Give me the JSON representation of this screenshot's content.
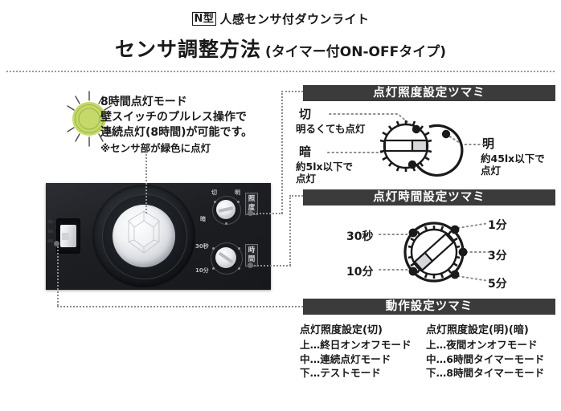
{
  "header": {
    "badge": "N型",
    "line1": "人感センサ付ダウンライト",
    "title": "センサ調整方法",
    "subtitle": "(タイマー付ON-OFFタイプ)"
  },
  "mode_block": {
    "icon": "green-sun-icon",
    "title": "8時間点灯モード",
    "line1": "壁スイッチのプルレス操作で",
    "line2": "連続点灯(8時間)が可能です。",
    "note": "※センサ部が緑色に点灯"
  },
  "device": {
    "name": "sensor-downlight-photo",
    "dome_label": "sensor-dome",
    "switch_label": "mode-slide-switch",
    "knob_illuminance_label": "照度",
    "knob_time_label": "時間",
    "knob_illum_marks": {
      "off": "切",
      "bright": "明",
      "dark": "暗"
    },
    "knob_time_marks": {
      "min": "30秒",
      "max": "10分"
    }
  },
  "panels": [
    {
      "id": "illuminance-knob-panel",
      "title": "点灯照度設定ツマミ",
      "dial": "illuminance-dial",
      "labels": [
        {
          "id": "off",
          "name": "切",
          "desc": "明るくても点灯"
        },
        {
          "id": "dark",
          "name": "暗",
          "desc1": "約5lx以下で",
          "desc2": "点灯"
        },
        {
          "id": "bright",
          "name": "明",
          "desc1": "約45lx以下で",
          "desc2": "点灯"
        }
      ]
    },
    {
      "id": "time-knob-panel",
      "title": "点灯時間設定ツマミ",
      "dial": "time-dial",
      "labels": [
        {
          "id": "t30s",
          "name": "30秒"
        },
        {
          "id": "t1m",
          "name": "1分"
        },
        {
          "id": "t3m",
          "name": "3分"
        },
        {
          "id": "t5m",
          "name": "5分"
        },
        {
          "id": "t10m",
          "name": "10分"
        }
      ]
    },
    {
      "id": "operation-knob-panel",
      "title": "動作設定ツマミ",
      "columns": [
        {
          "heading": "点灯照度設定(切)",
          "rows": [
            "上…終日オンオフモード",
            "中…連続点灯モード",
            "下…テストモード"
          ]
        },
        {
          "heading": "点灯照度設定(明)(暗)",
          "rows": [
            "上…夜間オンオフモード",
            "中…6時間タイマーモード",
            "下…8時間タイマーモード"
          ]
        }
      ]
    }
  ],
  "colors": {
    "panel_bar": "#3b3b3b",
    "sun_green": "#c5d96a",
    "sun_green_dark": "#a8bf4e",
    "device_dark": "#1c1e22",
    "dotted_gray": "#8d8d8d",
    "text": "#1a1a1a"
  }
}
